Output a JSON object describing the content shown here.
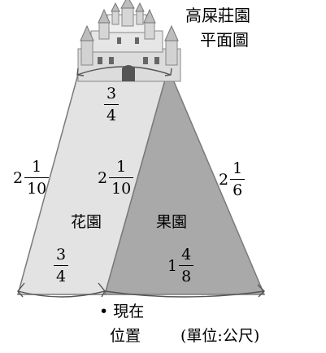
{
  "title_lines": [
    "高屎莊園",
    "平面圖"
  ],
  "regions": {
    "garden": "花園",
    "orchard": "果園"
  },
  "lengths": {
    "top": {
      "whole": "",
      "numerator": "3",
      "denominator": "4"
    },
    "left_outer": {
      "whole": "2",
      "numerator": "1",
      "denominator": "10"
    },
    "middle": {
      "whole": "2",
      "numerator": "1",
      "denominator": "10"
    },
    "right_outer": {
      "whole": "2",
      "numerator": "1",
      "denominator": "6"
    },
    "bottom_garden": {
      "whole": "",
      "numerator": "3",
      "denominator": "4"
    },
    "bottom_orchard": {
      "whole": "1",
      "numerator": "4",
      "denominator": "8"
    }
  },
  "current_position": {
    "bullet": "•",
    "lines": [
      "現在",
      "位置"
    ]
  },
  "unit_note": "(單位:公尺)",
  "colors": {
    "garden_fill": "#e3e3e3",
    "orchard_fill": "#a9a9a9",
    "outline": "#7a7a7a",
    "arrow": "#555555"
  }
}
